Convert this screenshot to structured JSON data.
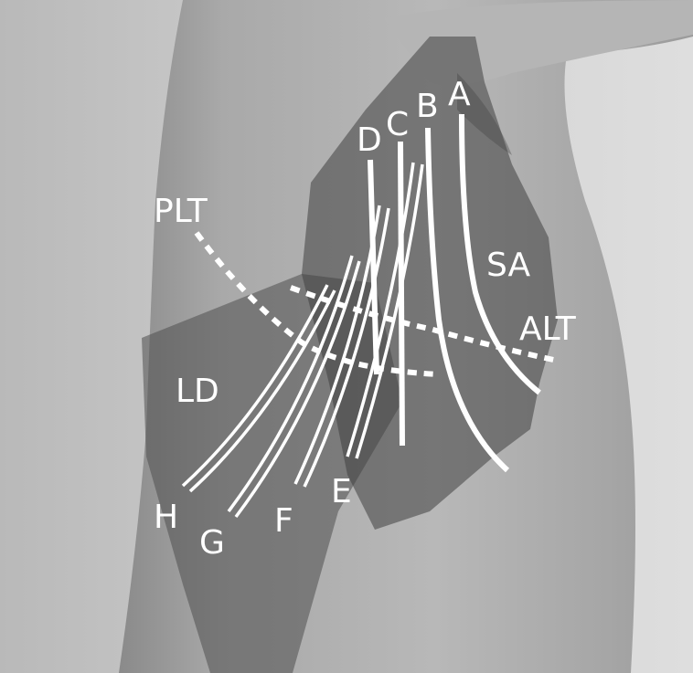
{
  "figure": {
    "colors": {
      "background": "#cfcfcf",
      "skin_light": "#bdbdbd",
      "skin_shadow": "#8e8e8e",
      "muscle_overlay": "#4a4a4a",
      "line": "#ffffff"
    },
    "labels": {
      "a": "A",
      "b": "B",
      "c": "C",
      "d": "D",
      "e": "E",
      "f": "F",
      "g": "G",
      "h": "H",
      "sa": "SA",
      "ld": "LD",
      "plt": "PLT",
      "alt": "ALT"
    }
  }
}
